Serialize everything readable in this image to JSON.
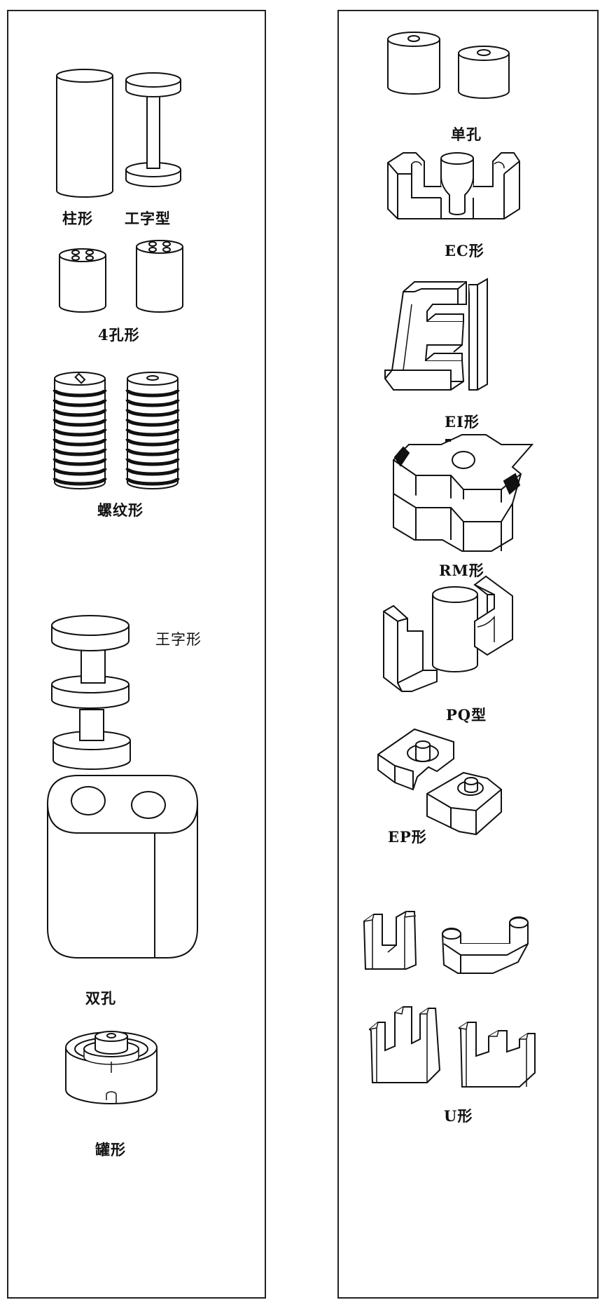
{
  "left_panel": {
    "labels": {
      "column": "柱形",
      "i_shape": "工字型",
      "four_hole": "4孔形",
      "threaded": "螺纹形",
      "wang_shape": "王字形",
      "double_hole": "双孔",
      "pot": "罐形"
    }
  },
  "right_panel": {
    "labels": {
      "single_hole": "单孔",
      "ec": "EC形",
      "ei": "EI形",
      "rm": "RM形",
      "pq": "PQ型",
      "ep": "EP形",
      "u": "U形"
    }
  },
  "colors": {
    "line": "#111111",
    "fill": "#ffffff",
    "shade": "#f2f2f2"
  }
}
